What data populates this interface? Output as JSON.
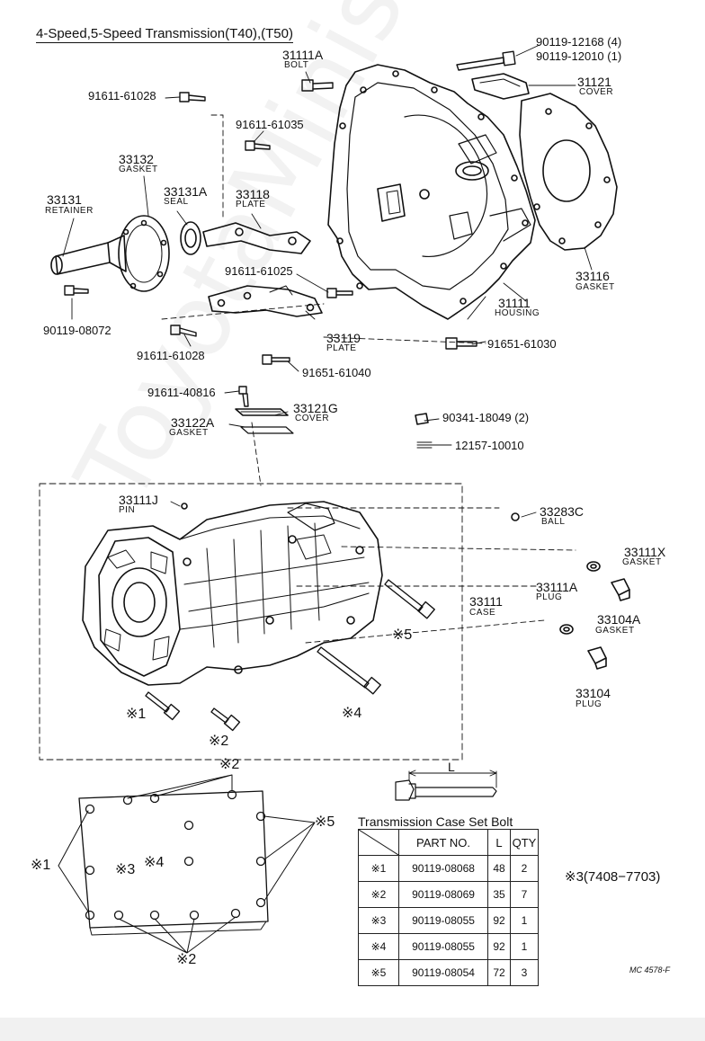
{
  "title": "4-Speed,5-Speed Transmission(T40),(T50)",
  "parts": {
    "p31111A": {
      "no": "31111A",
      "name": "BOLT"
    },
    "p90119_12168": "90119-12168 (4)",
    "p90119_12010": "90119-12010 (1)",
    "p31121": {
      "no": "31121",
      "name": "COVER"
    },
    "p91611_61028a": "91611-61028",
    "p91611_61035": "91611-61035",
    "p33132": {
      "no": "33132",
      "name": "GASKET"
    },
    "p33131A": {
      "no": "33131A",
      "name": "SEAL"
    },
    "p33118": {
      "no": "33118",
      "name": "PLATE"
    },
    "p33131": {
      "no": "33131",
      "name": "RETAINER"
    },
    "p33116": {
      "no": "33116",
      "name": "GASKET"
    },
    "p31111": {
      "no": "31111",
      "name": "HOUSING"
    },
    "p91611_61025": "91611-61025",
    "p90119_08072": "90119-08072",
    "p33119": {
      "no": "33119",
      "name": "PLATE"
    },
    "p91611_61028b": "91611-61028",
    "p91651_61030": "91651-61030",
    "p91651_61040": "91651-61040",
    "p91611_40816": "91611-40816",
    "p33121G": {
      "no": "33121G",
      "name": "COVER"
    },
    "p33122A": {
      "no": "33122A",
      "name": "GASKET"
    },
    "p90341_18049": "90341-18049 (2)",
    "p12157_10010": "12157-10010",
    "p33111J": {
      "no": "33111J",
      "name": "PIN"
    },
    "p33283C": {
      "no": "33283C",
      "name": "BALL"
    },
    "p33111X": {
      "no": "33111X",
      "name": "GASKET"
    },
    "p33111A": {
      "no": "33111A",
      "name": "PLUG"
    },
    "p33111": {
      "no": "33111",
      "name": "CASE"
    },
    "p33104A": {
      "no": "33104A",
      "name": "GASKET"
    },
    "p33104": {
      "no": "33104",
      "name": "PLUG"
    }
  },
  "marks": {
    "m1": "※1",
    "m2": "※2",
    "m3": "※3",
    "m4": "※4",
    "m5": "※5"
  },
  "length_label": "L",
  "table": {
    "title": "Transmission Case Set Bolt",
    "headers": {
      "part_no": "PART NO.",
      "l": "L",
      "qty": "QTY"
    },
    "rows": [
      {
        "mark": "※1",
        "part_no": "90119-08068",
        "l": "48",
        "qty": "2"
      },
      {
        "mark": "※2",
        "part_no": "90119-08069",
        "l": "35",
        "qty": "7"
      },
      {
        "mark": "※3",
        "part_no": "90119-08055",
        "l": "92",
        "qty": "1"
      },
      {
        "mark": "※4",
        "part_no": "90119-08055",
        "l": "92",
        "qty": "1"
      },
      {
        "mark": "※5",
        "part_no": "90119-08054",
        "l": "72",
        "qty": "3"
      }
    ]
  },
  "note": "※3(7408−7703)",
  "code": "MC 4578-F",
  "watermark": "ToyotaMinis.ru"
}
